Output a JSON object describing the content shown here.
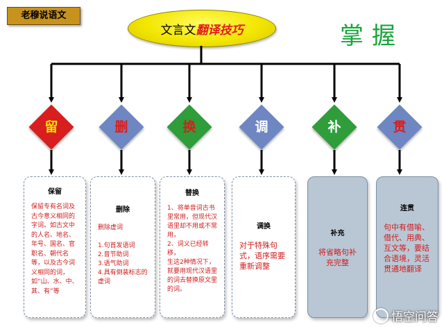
{
  "tag": "老穆说语文",
  "title": {
    "main": "文言文",
    "emphasis": "翻译技巧"
  },
  "grasp": "掌握",
  "colors": {
    "red": "#d81e1e",
    "blue": "#6e86c2",
    "green": "#2e9d3a",
    "arrow": "#000000"
  },
  "steps": [
    {
      "char": "留",
      "color": "#d81e1e",
      "char_color": "#f3e600"
    },
    {
      "char": "删",
      "color": "#6e86c2",
      "char_color": "#d81e1e"
    },
    {
      "char": "换",
      "color": "#2e9d3a",
      "char_color": "#d81e1e"
    },
    {
      "char": "调",
      "color": "#6e86c2",
      "char_color": "#ffffff"
    },
    {
      "char": "补",
      "color": "#2e9d3a",
      "char_color": "#ffffff"
    },
    {
      "char": "贯",
      "color": "#6e86c2",
      "char_color": "#d81e1e"
    }
  ],
  "cards": [
    {
      "title": "保留",
      "body": "保留专有名词及古今意义相同的字词。如古文中的人名、地名、年号、国名、官职名、朝代名等，以及古今词义相同的词，如“山、水、中、其、有”等"
    },
    {
      "title": "删除",
      "body": "删除虚词\n\n1.句首发语词\n2.音节助词\n3.语气助词\n4.具有倒装标志的虚词"
    },
    {
      "title": "替换",
      "body": "1、将单音词古书里常用，但现代汉语里却不用或不常用，\n2、词义已经转移，\n生这2种情况下，就要用现代汉语里的词去替换原文里的词。"
    },
    {
      "title": "调换",
      "body": "对于特殊句式，语序需要重新调整"
    },
    {
      "title": "补充",
      "body": "将省略句补充完整"
    },
    {
      "title": "连贯",
      "body": "句中有借喻、借代、用典、互文等，要结合语境，灵活贯通地翻译"
    }
  ],
  "watermark": "悟空问答"
}
